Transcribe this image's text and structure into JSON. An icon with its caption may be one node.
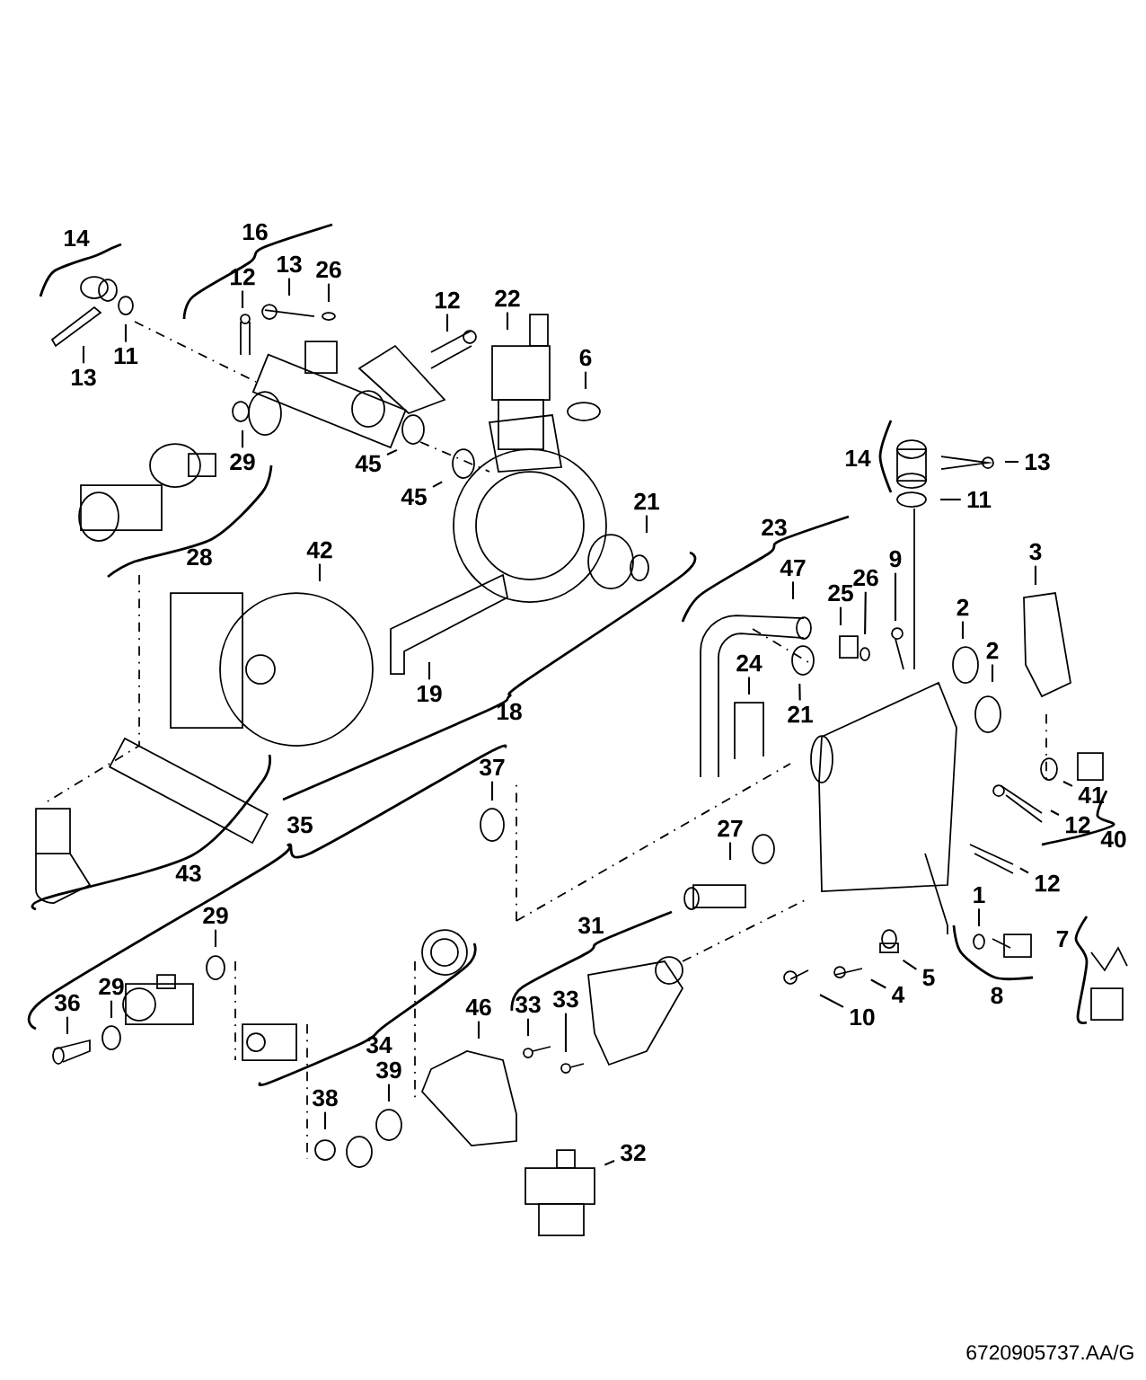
{
  "diagram": {
    "nodes": [
      {
        "text": [
          "13"
        ]
      },
      {
        "text": [
          "11"
        ]
      },
      {
        "text": [
          "12"
        ]
      },
      {
        "text": [
          "13"
        ]
      },
      {
        "text": [
          "26"
        ]
      },
      {
        "text": [
          "12"
        ]
      },
      {
        "text": [
          "22"
        ]
      },
      {
        "text": [
          "6"
        ]
      },
      {
        "text": [
          "13"
        ]
      },
      {
        "text": [
          "29"
        ]
      },
      {
        "text": [
          "45"
        ]
      },
      {
        "text": [
          "45"
        ]
      },
      {
        "text": [
          "11"
        ]
      },
      {
        "text": [
          "21"
        ]
      },
      {
        "text": [
          "42"
        ]
      },
      {
        "text": [
          "3"
        ]
      },
      {
        "text": [
          "9"
        ]
      },
      {
        "text": [
          "26"
        ]
      },
      {
        "text": [
          "47"
        ]
      },
      {
        "text": [
          "25"
        ]
      },
      {
        "text": [
          "2"
        ]
      },
      {
        "text": [
          "2"
        ]
      },
      {
        "text": [
          "24"
        ]
      },
      {
        "text": [
          "19"
        ]
      },
      {
        "text": [
          "21"
        ]
      },
      {
        "text": [
          "37"
        ]
      },
      {
        "text": [
          "41"
        ]
      },
      {
        "text": [
          "12"
        ]
      },
      {
        "text": [
          "27"
        ]
      },
      {
        "text": [
          "12"
        ]
      },
      {
        "text": [
          "1"
        ]
      },
      {
        "text": [
          "29"
        ]
      },
      {
        "text": [
          "5"
        ]
      },
      {
        "text": [
          "4"
        ]
      },
      {
        "text": [
          "33"
        ]
      },
      {
        "text": [
          "29"
        ]
      },
      {
        "text": [
          "36"
        ]
      },
      {
        "text": [
          "33"
        ]
      },
      {
        "text": [
          "10"
        ]
      },
      {
        "text": [
          "46"
        ]
      },
      {
        "text": [
          "39"
        ]
      },
      {
        "text": [
          "38"
        ]
      },
      {
        "text": [
          "32"
        ]
      }
    ],
    "edges": [
      {
        "from": 0,
        "to": null,
        "arrow": "none"
      },
      {
        "from": 1,
        "to": null,
        "arrow": "none"
      },
      {
        "from": 2,
        "to": null,
        "arrow": "none"
      },
      {
        "from": 3,
        "to": null,
        "arrow": "none"
      },
      {
        "from": 4,
        "to": null,
        "arrow": "none"
      },
      {
        "from": 5,
        "to": null,
        "arrow": "none"
      },
      {
        "from": 6,
        "to": null,
        "arrow": "none"
      },
      {
        "from": 7,
        "to": null,
        "arrow": "none"
      },
      {
        "from": 8,
        "to": null,
        "arrow": "none"
      },
      {
        "from": 9,
        "to": null,
        "arrow": "none"
      },
      {
        "from": 10,
        "to": null,
        "arrow": "none"
      },
      {
        "from": 11,
        "to": null,
        "arrow": "none"
      },
      {
        "from": 12,
        "to": null,
        "arrow": "none"
      },
      {
        "from": 13,
        "to": null,
        "arrow": "none"
      },
      {
        "from": 14,
        "to": null,
        "arrow": "none"
      },
      {
        "from": 15,
        "to": null,
        "arrow": "none"
      },
      {
        "from": 16,
        "to": null,
        "arrow": "none"
      },
      {
        "from": 17,
        "to": null,
        "arrow": "none"
      },
      {
        "from": 18,
        "to": null,
        "arrow": "none"
      },
      {
        "from": 19,
        "to": null,
        "arrow": "none"
      },
      {
        "from": 20,
        "to": null,
        "arrow": "none"
      },
      {
        "from": 21,
        "to": null,
        "arrow": "none"
      },
      {
        "from": 22,
        "to": null,
        "arrow": "none"
      },
      {
        "from": 23,
        "to": null,
        "arrow": "none"
      },
      {
        "from": 24,
        "to": null,
        "arrow": "none"
      },
      {
        "from": 25,
        "to": null,
        "arrow": "none"
      },
      {
        "from": 26,
        "to": null,
        "arrow": "none"
      },
      {
        "from": 27,
        "to": null,
        "arrow": "none"
      },
      {
        "from": 28,
        "to": null,
        "arrow": "none"
      },
      {
        "from": 29,
        "to": null,
        "arrow": "none"
      },
      {
        "from": 30,
        "to": null,
        "arrow": "none"
      },
      {
        "from": 31,
        "to": null,
        "arrow": "none"
      },
      {
        "from": 32,
        "to": null,
        "arrow": "none"
      },
      {
        "from": 33,
        "to": null,
        "arrow": "none"
      },
      {
        "from": 34,
        "to": null,
        "arrow": "none"
      },
      {
        "from": 35,
        "to": null,
        "arrow": "none"
      },
      {
        "from": 36,
        "to": null,
        "arrow": "none"
      },
      {
        "from": 37,
        "to": null,
        "arrow": "none"
      },
      {
        "from": 38,
        "to": null,
        "arrow": "none"
      },
      {
        "from": 39,
        "to": null,
        "arrow": "none"
      },
      {
        "from": 40,
        "to": null,
        "arrow": "none"
      },
      {
        "from": 41,
        "to": null,
        "arrow": "none"
      },
      {
        "from": 42,
        "to": null,
        "arrow": "none"
      }
    ],
    "labels": [
      "16",
      "14",
      "14",
      "23",
      "28",
      "18",
      "35",
      "40",
      "43",
      "31",
      "7",
      "8",
      "34",
      "6720905737.AA/G"
    ]
  }
}
